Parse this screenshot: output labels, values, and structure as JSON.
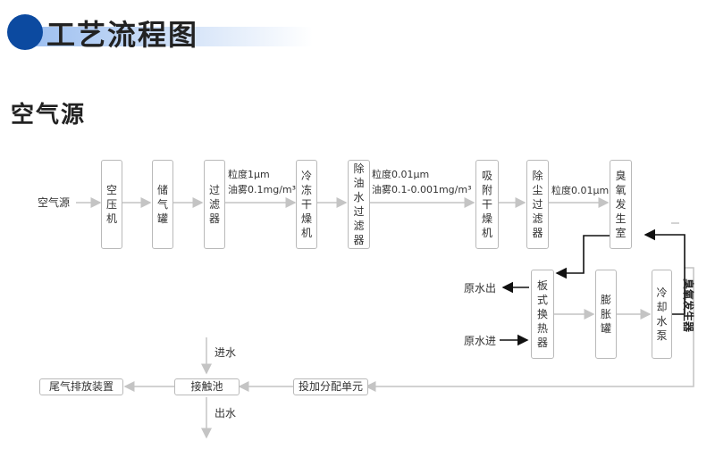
{
  "header": {
    "title": "工艺流程图"
  },
  "section": {
    "title": "空气源"
  },
  "diagram": {
    "source_label": "空气源",
    "nodes": {
      "compressor": "空压机",
      "tank": "储气罐",
      "filter": "过滤器",
      "cold_dryer": "冷冻干燥机",
      "oil_filter": "除油水过滤器",
      "adsorption_dryer": "吸附干燥机",
      "dust_filter": "除尘过滤器",
      "ozone_generator": "臭氧发生室",
      "plate_exchanger": "板式换热器",
      "expansion_tank": "膨胀罐",
      "cooling_pump": "冷却水泵",
      "dosing_unit": "投加分配单元",
      "contact_tank": "接触池",
      "exhaust_device": "尾气排放装置"
    },
    "annotations": {
      "filter_spec_1": "粒度1μm",
      "filter_spec_2": "油雾0.1mg/m³",
      "oil_filter_spec_1": "粒度0.01μm",
      "oil_filter_spec_2": "油雾0.1-0.001mg/m³",
      "dust_filter_spec": "粒度0.01μm",
      "water_out": "原水出",
      "water_in": "原水进",
      "inlet_water": "进水",
      "outlet_water": "出水",
      "ozone_note": "臭氧发生器"
    }
  }
}
